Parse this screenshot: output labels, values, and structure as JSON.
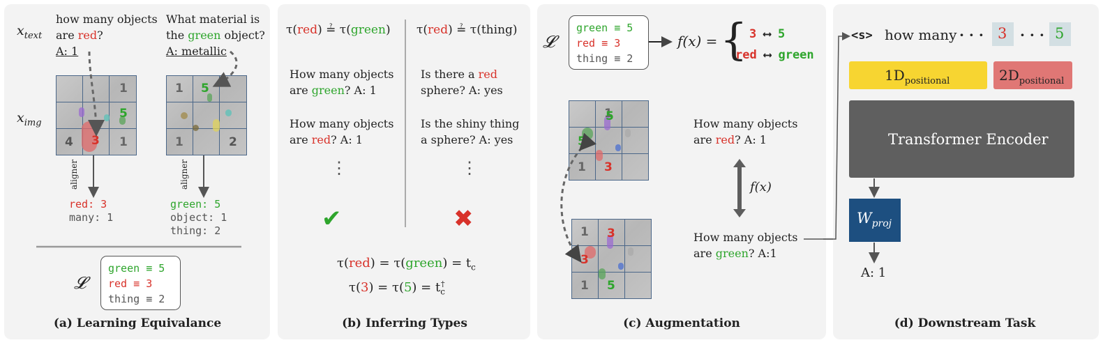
{
  "panels": {
    "a": {
      "caption": "(a) Learning Equivalance",
      "x_text": "x",
      "x_text_sub": "text",
      "x_img": "x",
      "x_img_sub": "img",
      "q1_line1": "how many objects",
      "q1_line2_pre": "are ",
      "q1_line2_red": "red",
      "q1_line2_post": "?",
      "q1_answer": "A: 1",
      "q2_line1": "What material is",
      "q2_line2_pre": "the ",
      "q2_line2_green": "green",
      "q2_line2_post": " object?",
      "q2_answer": "A: metallic",
      "grid1_numbers": {
        "tr": "1",
        "br_left": "4",
        "br_mid": "3",
        "br_right": "1",
        "mid_right": "5"
      },
      "grid2_numbers": {
        "tl": "1",
        "tm": "5",
        "bl": "1",
        "br": "2"
      },
      "aligner_label": "aligner",
      "out1": [
        {
          "text": "red: 3",
          "color": "red"
        },
        {
          "text": "many: 1",
          "color": "gray"
        }
      ],
      "out2": [
        {
          "text": "green: 5",
          "color": "green"
        },
        {
          "text": "object: 1",
          "color": "gray"
        },
        {
          "text": "thing: 2",
          "color": "gray"
        }
      ],
      "lexicon_symbol": "𝓛",
      "lexicon": [
        {
          "word": "green",
          "eq": "≡",
          "val": "5",
          "color": "green"
        },
        {
          "word": "red",
          "eq": "≡",
          "val": "3",
          "color": "red"
        },
        {
          "word": "thing",
          "eq": "≡",
          "val": "2",
          "color": "gray"
        }
      ]
    },
    "b": {
      "caption": "(b) Inferring Types",
      "left_header": {
        "tau": "τ(",
        "w1": "red",
        "mid": ") ≟ τ(",
        "w2": "green",
        "end": ")"
      },
      "right_header": {
        "tau": "τ(",
        "w1": "red",
        "mid": ") ≟ τ(thing)"
      },
      "left_q1": {
        "l1": "How many objects",
        "pre": "are ",
        "color_word": "green",
        "post": "? A: 1"
      },
      "left_q2": {
        "l1": "How many objects",
        "pre": "are ",
        "color_word": "red",
        "post": "? A: 1"
      },
      "right_q1": {
        "l1_pre": "Is there a ",
        "color_word": "red",
        "l2": "sphere? A: yes"
      },
      "right_q2": {
        "l1": "Is the shiny thing",
        "l2": "a sphere? A: yes"
      },
      "ellipsis": "⋮",
      "check": "✔",
      "cross": "✖",
      "formula1": {
        "p1": "τ(",
        "w1": "red",
        "p2": ") = τ(",
        "w2": "green",
        "p3": ") = t",
        "sub": "c"
      },
      "formula2": {
        "p1": "τ(",
        "w1": "3",
        "p2": ") = τ(",
        "w2": "5",
        "p3": ") = t",
        "sub": "c",
        "sup": "†"
      }
    },
    "c": {
      "caption": "(c) Augmentation",
      "lexicon_symbol": "𝓛",
      "lexicon": [
        {
          "word": "green",
          "eq": "≡",
          "val": "5",
          "color": "green"
        },
        {
          "word": "red",
          "eq": "≡",
          "val": "3",
          "color": "red"
        },
        {
          "word": "thing",
          "eq": "≡",
          "val": "2",
          "color": "gray"
        }
      ],
      "fx": "f(x) =",
      "map1": {
        "a": "3",
        "arrow": "⟷",
        "b": "5"
      },
      "map2": {
        "a": "red",
        "arrow": "⟷",
        "b": "green"
      },
      "q_top": {
        "l1": "How many objects",
        "pre": "are ",
        "color_word": "red",
        "post": "? A: 1"
      },
      "q_bottom": {
        "l1": "How many objects",
        "pre": "are ",
        "color_word": "green",
        "post": "? A:1"
      },
      "arrow_label": "f(x)",
      "grid_top_numbers": {
        "tm": "1",
        "tm2": "5",
        "ml": "5",
        "bl": "1",
        "bm": "3"
      },
      "grid_bot_numbers": {
        "tl": "1",
        "tm": "3",
        "ml": "3",
        "bl": "1",
        "bm": "5"
      }
    },
    "d": {
      "caption": "(d) Downstream Task",
      "tokens": {
        "s": "<s>",
        "text": "how many",
        "dots1": "· · ·",
        "t3": "3",
        "dots2": "· · ·",
        "t5": "5"
      },
      "pos1": {
        "main": "1D",
        "sub": "positional"
      },
      "pos2": {
        "main": "2D",
        "sub": "positional"
      },
      "encoder": "Transformer Encoder",
      "wproj": {
        "main": "W",
        "sub": "proj"
      },
      "answer": "A: 1"
    }
  },
  "colors": {
    "red": "#d8322a",
    "green": "#2ea52c",
    "yellow": "#f7d531",
    "salmon": "#e07775",
    "encoder": "#5f5f5f",
    "wproj": "#1d4f80",
    "token_bg": "#d3dfe3"
  }
}
